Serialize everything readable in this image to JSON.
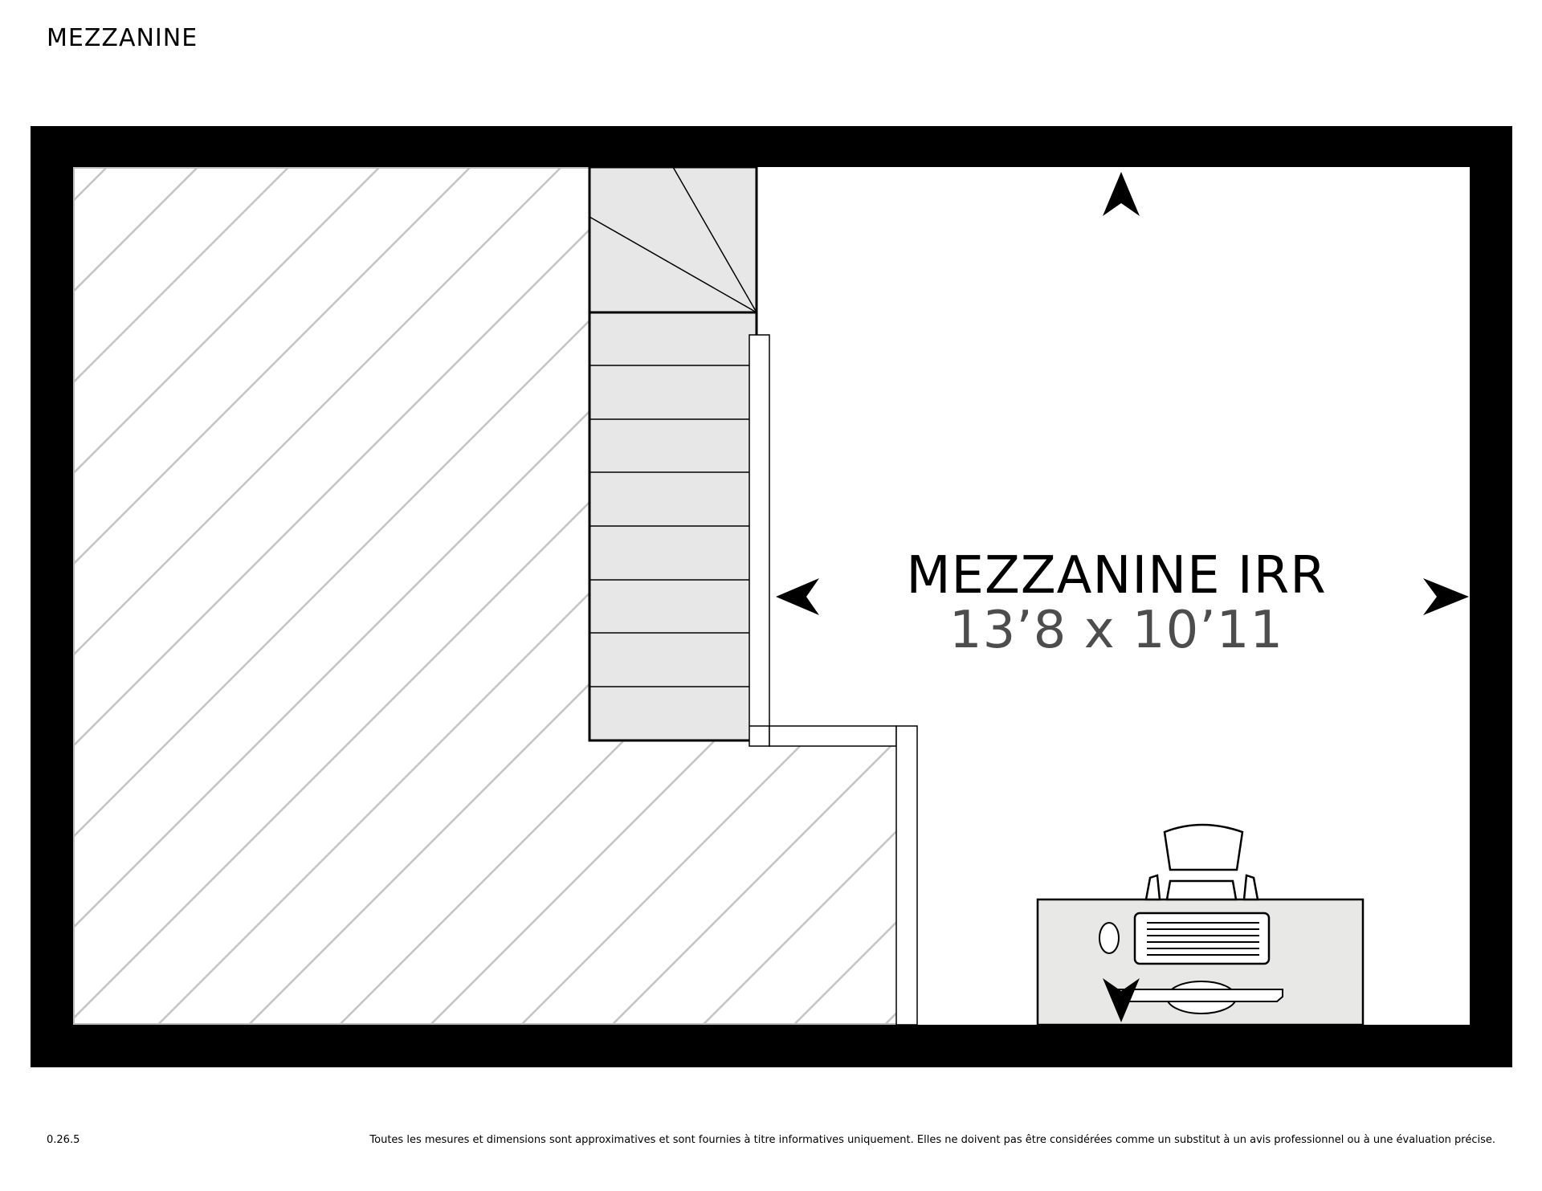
{
  "page": {
    "title": "MEZZANINE",
    "version": "0.26.5",
    "disclaimer": "Toutes les mesures et dimensions sont approximatives et sont fournies à titre informatives uniquement. Elles ne doivent pas être considérées comme un substitut à un avis professionnel ou à une évaluation précise."
  },
  "room": {
    "name": "MEZZANINE IRR",
    "dimensions": "13’8 x 10’11"
  },
  "colors": {
    "wall": "#000000",
    "hatch": "#c4c4c4",
    "stairs_fill": "#e6e7e6",
    "desk_fill": "#e8e8e6",
    "dimension_text": "#4d4d4d"
  },
  "icons": [
    "arrow-up-icon",
    "arrow-left-icon",
    "arrow-right-icon",
    "arrow-down-icon",
    "desk-icon",
    "chair-icon",
    "stairs-icon"
  ]
}
